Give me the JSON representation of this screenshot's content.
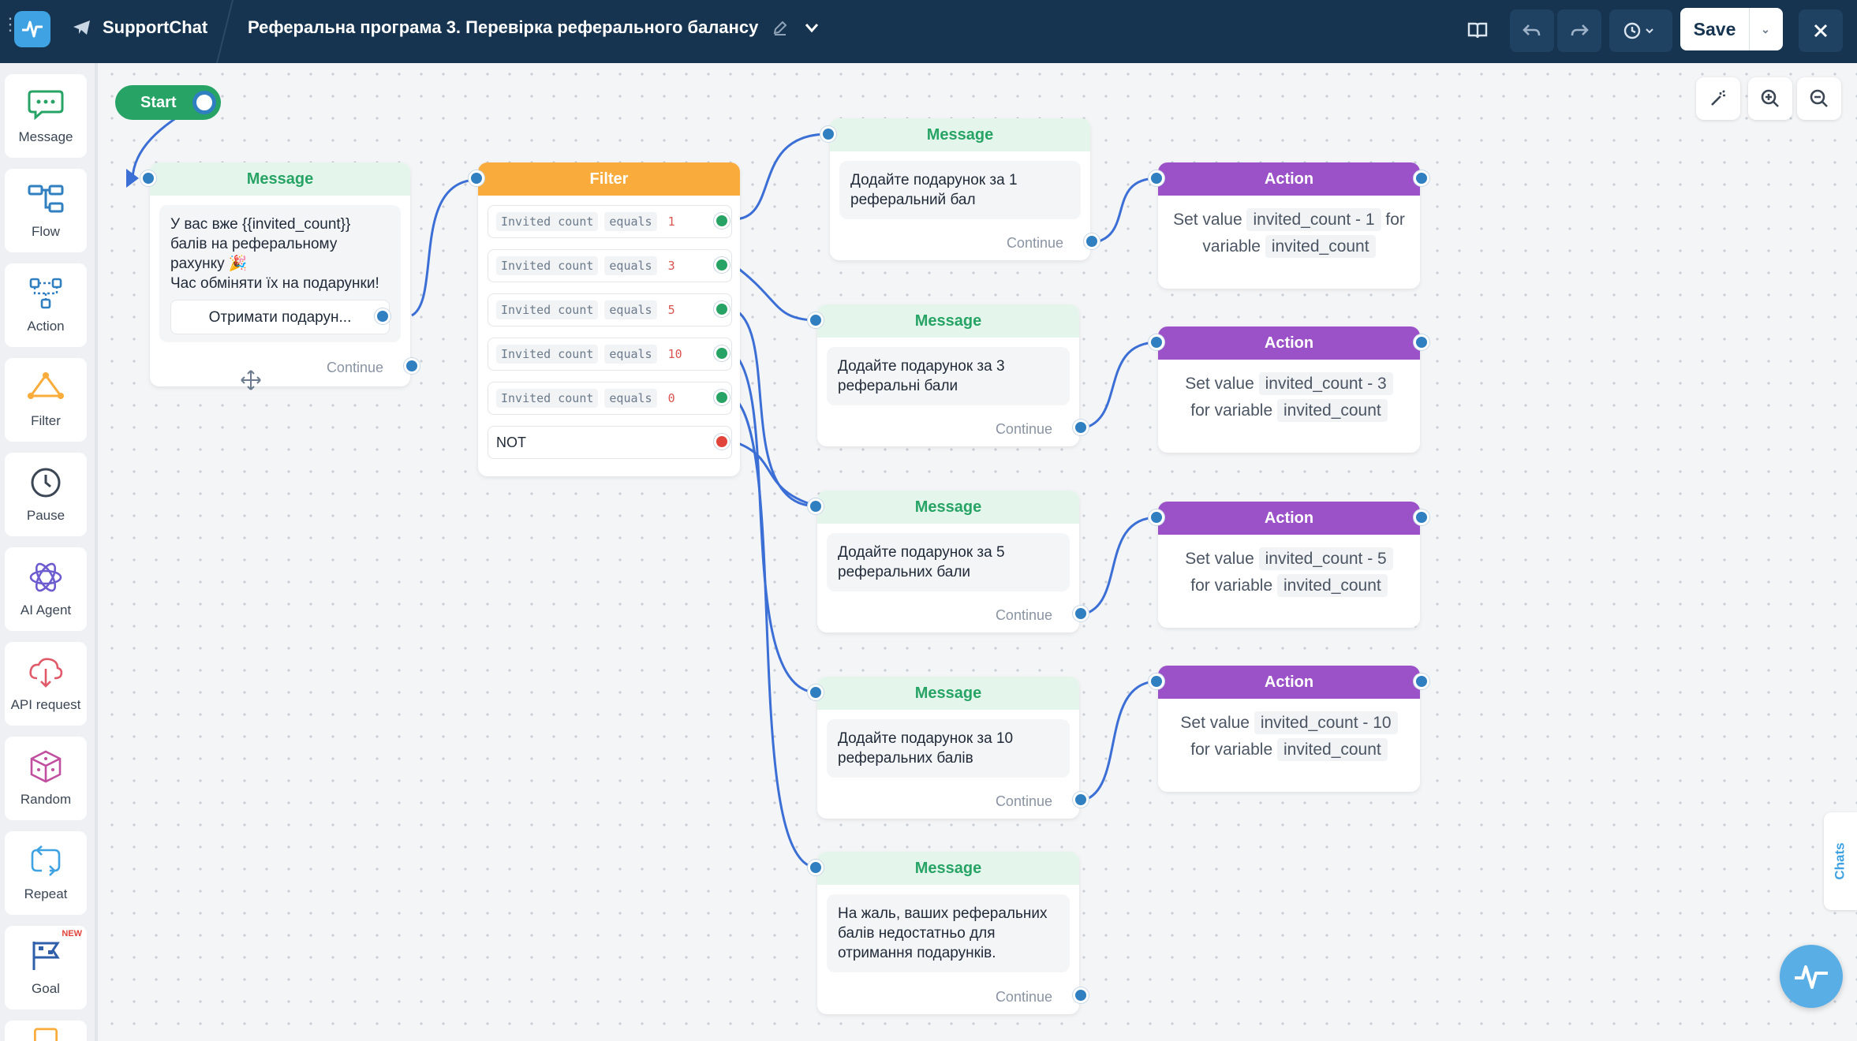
{
  "header": {
    "bot_name": "SupportChat",
    "flow_title": "Реферальна програма 3. Перевірка реферального балансу",
    "save_label": "Save"
  },
  "sidebar": {
    "items": [
      {
        "label": "Message",
        "icon": "message-icon"
      },
      {
        "label": "Flow",
        "icon": "flow-icon"
      },
      {
        "label": "Action",
        "icon": "action-icon"
      },
      {
        "label": "Filter",
        "icon": "filter-icon"
      },
      {
        "label": "Pause",
        "icon": "pause-icon"
      },
      {
        "label": "AI Agent",
        "icon": "ai-agent-icon"
      },
      {
        "label": "API request",
        "icon": "api-request-icon"
      },
      {
        "label": "Random",
        "icon": "random-icon"
      },
      {
        "label": "Repeat",
        "icon": "repeat-icon"
      },
      {
        "label": "Goal",
        "icon": "goal-icon",
        "badge": "NEW"
      }
    ]
  },
  "canvas": {
    "start_label": "Start",
    "first_message": {
      "title": "Message",
      "line1": "У вас вже {{invited_count}}",
      "line2": "балів на реферальному",
      "line3": "рахунку 🎉",
      "line4": "Час обміняти їх на подарунки!",
      "button": "Отримати подарун...",
      "continue": "Continue"
    },
    "filter": {
      "title": "Filter",
      "conditions": [
        {
          "field": "Invited count",
          "op": "equals",
          "value": "1"
        },
        {
          "field": "Invited count",
          "op": "equals",
          "value": "3"
        },
        {
          "field": "Invited count",
          "op": "equals",
          "value": "5"
        },
        {
          "field": "Invited count",
          "op": "equals",
          "value": "10"
        },
        {
          "field": "Invited count",
          "op": "equals",
          "value": "0"
        }
      ],
      "not_label": "NOT"
    },
    "messages": [
      {
        "title": "Message",
        "line1": "Додайте подарунок за 1",
        "line2": "реферальний бал",
        "continue": "Continue"
      },
      {
        "title": "Message",
        "line1": "Додайте подарунок за 3",
        "line2": "реферальні бали",
        "continue": "Continue"
      },
      {
        "title": "Message",
        "line1": "Додайте подарунок за 5",
        "line2": "реферальних бали",
        "continue": "Continue"
      },
      {
        "title": "Message",
        "line1": "Додайте подарунок за 10",
        "line2": "реферальних балів",
        "continue": "Continue"
      },
      {
        "title": "Message",
        "line1": "На жаль, ваших реферальних",
        "line2": "балів недостатньо для",
        "line3": "отримання подарунків.",
        "continue": "Continue"
      }
    ],
    "actions": [
      {
        "title": "Action",
        "set": "Set value",
        "expr": "invited_count - 1",
        "for": "for",
        "variable_word": "variable",
        "variable": "invited_count"
      },
      {
        "title": "Action",
        "set": "Set value",
        "expr": "invited_count - 3",
        "for": "for variable",
        "variable": "invited_count"
      },
      {
        "title": "Action",
        "set": "Set value",
        "expr": "invited_count - 5",
        "for": "for variable",
        "variable": "invited_count"
      },
      {
        "title": "Action",
        "set": "Set value",
        "expr": "invited_count - 10",
        "for": "for variable",
        "variable": "invited_count"
      }
    ]
  },
  "right_tab": {
    "label": "Chats"
  },
  "colors": {
    "topbar": "#16344f",
    "message_green": "#27a465",
    "filter_orange": "#f9ac3b",
    "action_purple": "#9b52c9",
    "port_blue": "#2f7fc1"
  }
}
